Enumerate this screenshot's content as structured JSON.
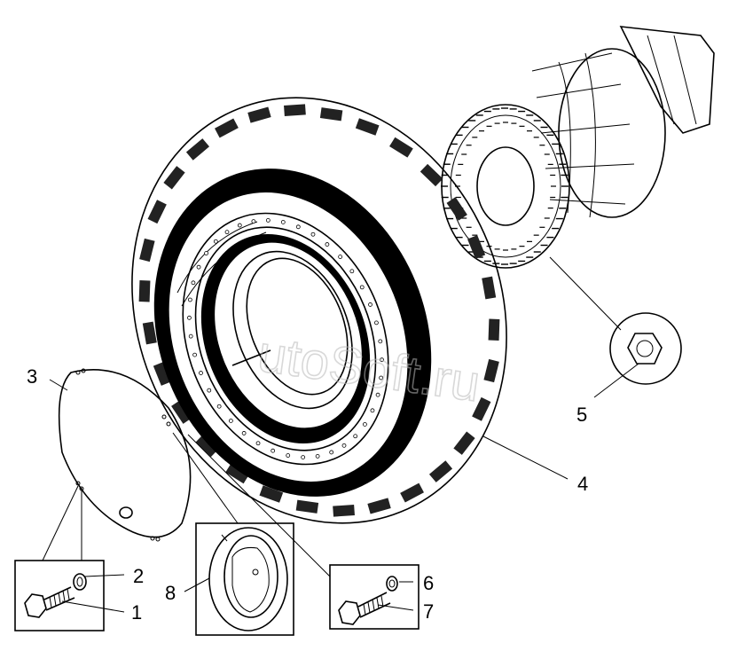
{
  "callouts": [
    {
      "id": "c1",
      "label": "1",
      "part": "bolt"
    },
    {
      "id": "c2",
      "label": "2",
      "part": "spring washer"
    },
    {
      "id": "c3",
      "label": "3",
      "part": "cover plate"
    },
    {
      "id": "c4",
      "label": "4",
      "part": "tyre wheel"
    },
    {
      "id": "c5",
      "label": "5",
      "part": "nut"
    },
    {
      "id": "c6",
      "label": "6",
      "part": "spring washer"
    },
    {
      "id": "c7",
      "label": "7",
      "part": "bolt"
    },
    {
      "id": "c8",
      "label": "8",
      "part": "ring"
    }
  ],
  "watermark": "utoSoft.ru"
}
